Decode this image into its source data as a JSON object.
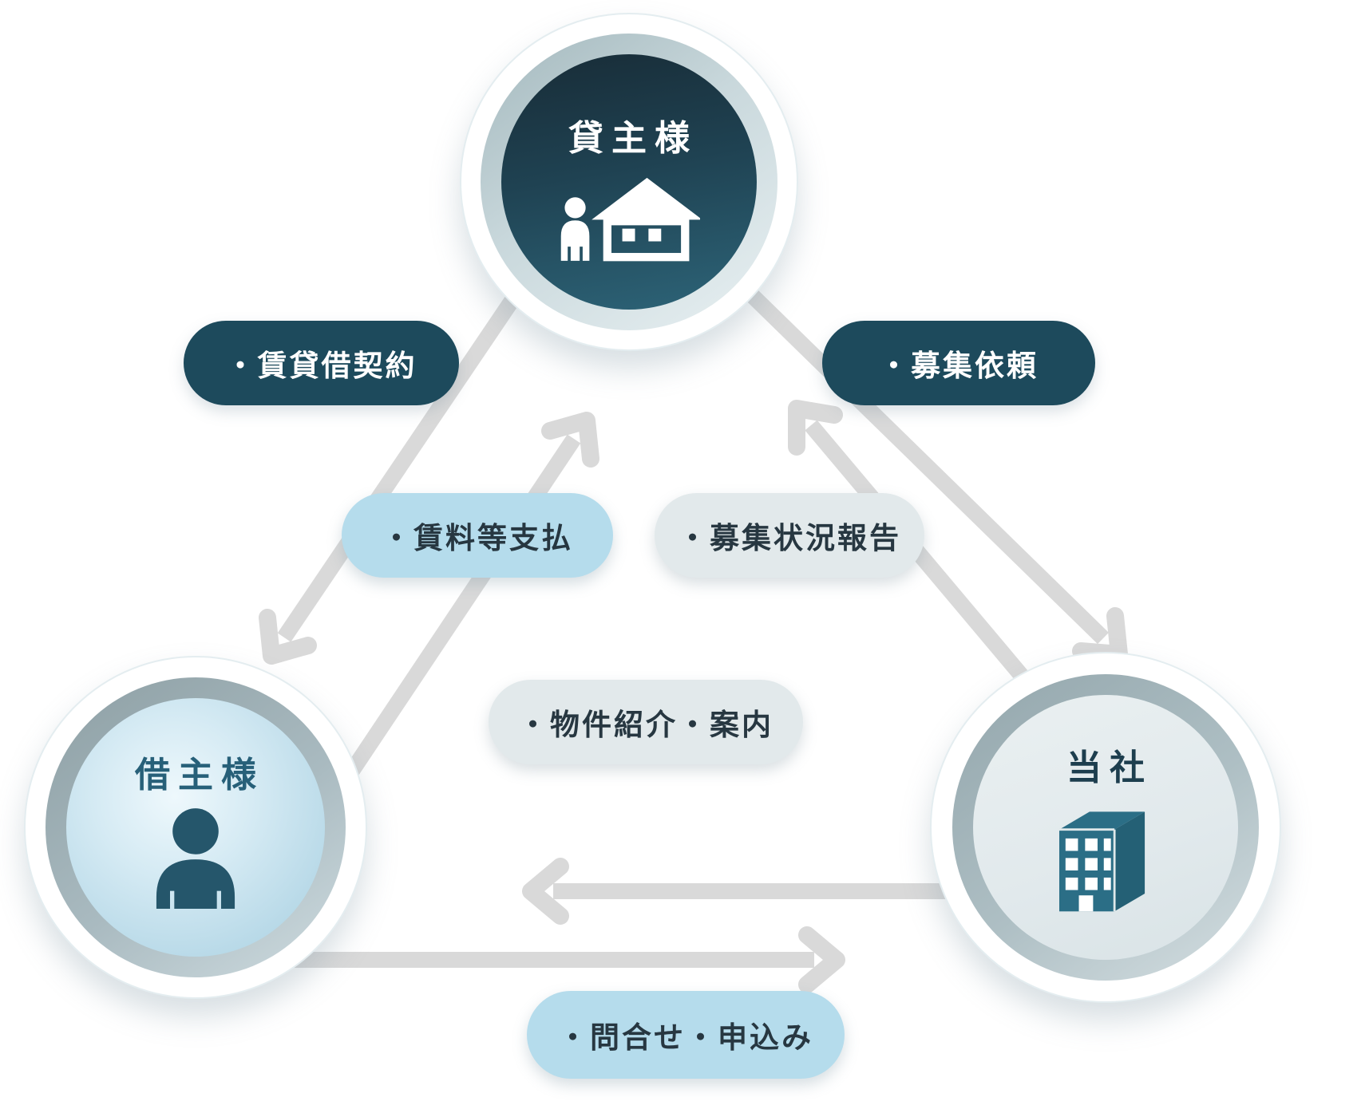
{
  "diagram": {
    "description": "Rental housing relationship diagram among landlord, tenant and company",
    "nodes": {
      "landlord": {
        "label": "貸主様",
        "icon": "landlord-house-icon"
      },
      "tenant": {
        "label": "借主様",
        "icon": "person-icon"
      },
      "company": {
        "label": "当社",
        "icon": "building-icon"
      }
    },
    "relations": [
      {
        "id": "lease-contract",
        "label": "・賃貸借契約",
        "from": "landlord",
        "to": "tenant",
        "style": "dark"
      },
      {
        "id": "recruitment-request",
        "label": "・募集依頼",
        "from": "landlord",
        "to": "company",
        "style": "dark"
      },
      {
        "id": "rent-payment",
        "label": "・賃料等支払",
        "from": "tenant",
        "to": "landlord",
        "style": "blue"
      },
      {
        "id": "recruitment-status-report",
        "label": "・募集状況報告",
        "from": "company",
        "to": "landlord",
        "style": "gray"
      },
      {
        "id": "property-introduction",
        "label": "・物件紹介・案内",
        "from": "company",
        "to": "tenant",
        "style": "gray"
      },
      {
        "id": "inquiry-application",
        "label": "・問合せ・申込み",
        "from": "tenant",
        "to": "company",
        "style": "blue"
      }
    ],
    "colors": {
      "background": "#ffffff",
      "arrow_gray": "#d9d9d9",
      "pill_dark": "#1d4a5c",
      "pill_light_blue": "#b5dcec",
      "pill_light_gray": "#e2e9eb",
      "landlord_circle_top": "#182c37",
      "landlord_circle_bottom": "#2d6478",
      "tenant_circle": "#b6d8e7",
      "company_circle": "#e1e9ec",
      "icon_teal": "#2b6e86",
      "label_dark_teal": "#276079"
    }
  }
}
